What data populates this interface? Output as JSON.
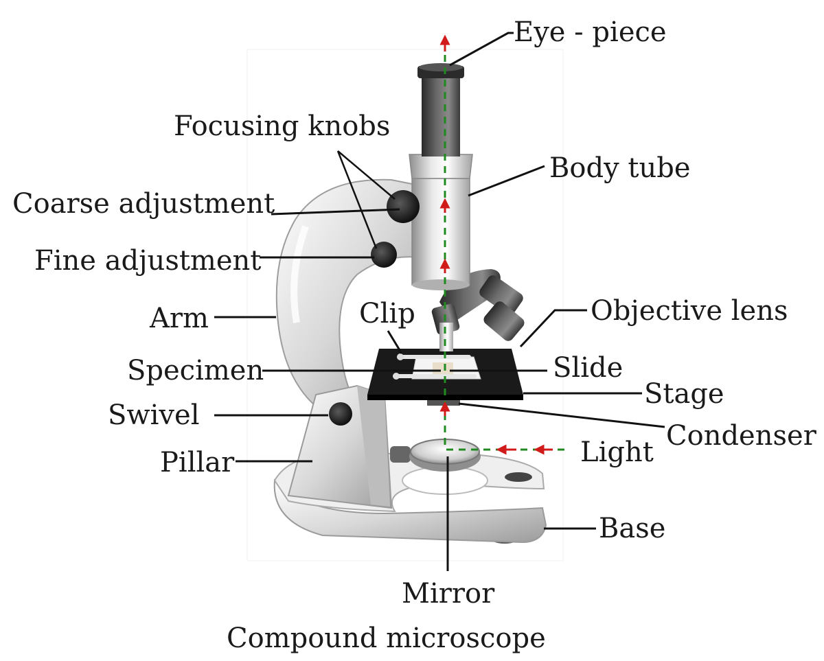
{
  "diagram": {
    "caption": "Compound microscope",
    "labels": {
      "eye_piece": "Eye - piece",
      "body_tube": "Body tube",
      "focusing_knobs": "Focusing knobs",
      "coarse_adjustment": "Coarse adjustment",
      "fine_adjustment": "Fine adjustment",
      "arm": "Arm",
      "clip": "Clip",
      "objective_lens": "Objective lens",
      "specimen": "Specimen",
      "slide": "Slide",
      "stage": "Stage",
      "swivel": "Swivel",
      "condenser": "Condenser",
      "light": "Light",
      "pillar": "Pillar",
      "base": "Base",
      "mirror": "Mirror"
    },
    "colors": {
      "light_path_dash": "#1f8a1f",
      "light_arrow": "#d11a1a",
      "stage": "#1a1a1a",
      "metal_light": "#f2f2f2",
      "metal_dark": "#9a9a9a"
    }
  }
}
